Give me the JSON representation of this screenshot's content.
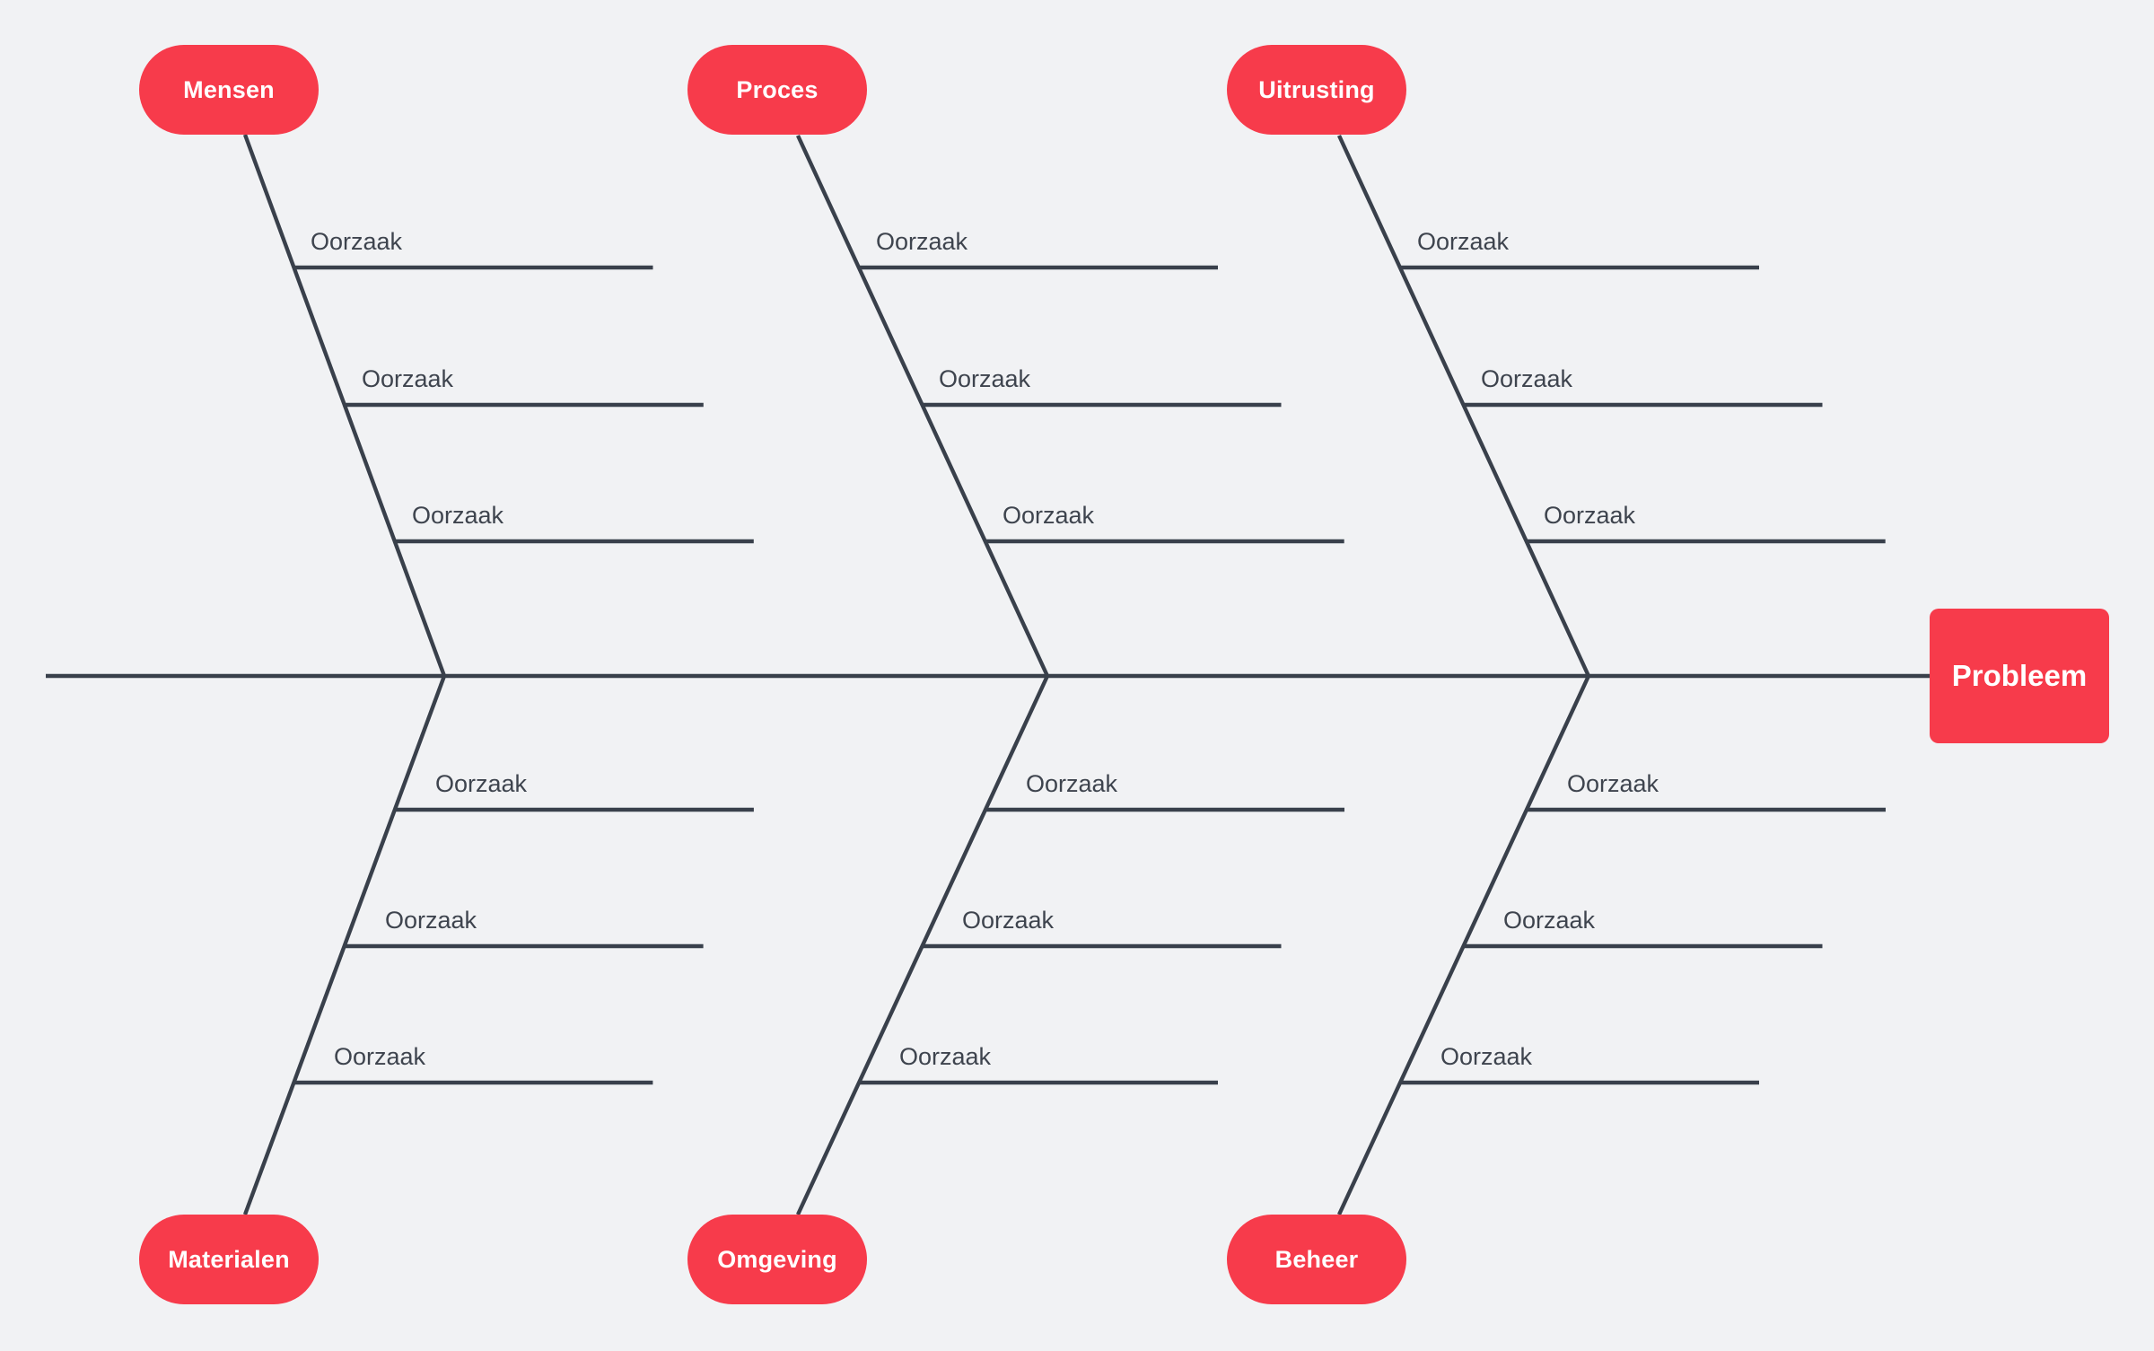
{
  "diagram": {
    "type": "fishbone-ishikawa",
    "problem_label": "Probleem",
    "categories": [
      {
        "id": "mensen",
        "label": "Mensen",
        "side": "top",
        "causes": [
          "Oorzaak",
          "Oorzaak",
          "Oorzaak"
        ]
      },
      {
        "id": "proces",
        "label": "Proces",
        "side": "top",
        "causes": [
          "Oorzaak",
          "Oorzaak",
          "Oorzaak"
        ]
      },
      {
        "id": "uitrusting",
        "label": "Uitrusting",
        "side": "top",
        "causes": [
          "Oorzaak",
          "Oorzaak",
          "Oorzaak"
        ]
      },
      {
        "id": "materialen",
        "label": "Materialen",
        "side": "bottom",
        "causes": [
          "Oorzaak",
          "Oorzaak",
          "Oorzaak"
        ]
      },
      {
        "id": "omgeving",
        "label": "Omgeving",
        "side": "bottom",
        "causes": [
          "Oorzaak",
          "Oorzaak",
          "Oorzaak"
        ]
      },
      {
        "id": "beheer",
        "label": "Beheer",
        "side": "bottom",
        "causes": [
          "Oorzaak",
          "Oorzaak",
          "Oorzaak"
        ]
      }
    ],
    "colors": {
      "accent": "#F73B4B",
      "line": "#39404B",
      "background": "#F1F2F4",
      "cause_text": "#3E444E",
      "label_text": "#FFFFFF"
    }
  }
}
